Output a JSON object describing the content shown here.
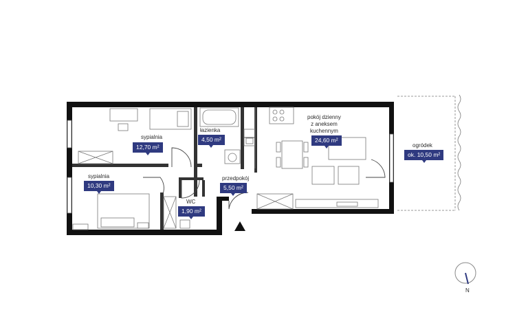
{
  "rooms": {
    "bedroom1": {
      "name": "sypialnia",
      "area": "12,70 m²"
    },
    "bedroom2": {
      "name": "sypialnia",
      "area": "10,30 m²"
    },
    "bathroom": {
      "name": "łazienka",
      "area": "4,50 m²"
    },
    "living": {
      "name_lines": [
        "pokój dzienny",
        "z aneksem",
        "kuchennym"
      ],
      "area": "24,60 m²"
    },
    "hall": {
      "name": "przedpokój",
      "area": "5,50 m²"
    },
    "wc": {
      "name": "WC",
      "area": "1,90 m²"
    },
    "garden": {
      "name": "ogródek",
      "area": "ok. 10,50 m²"
    }
  },
  "compass": {
    "letter": "N"
  },
  "colors": {
    "wall": "#111111",
    "accent": "#2f3a80",
    "line": "#8a8a8a"
  }
}
